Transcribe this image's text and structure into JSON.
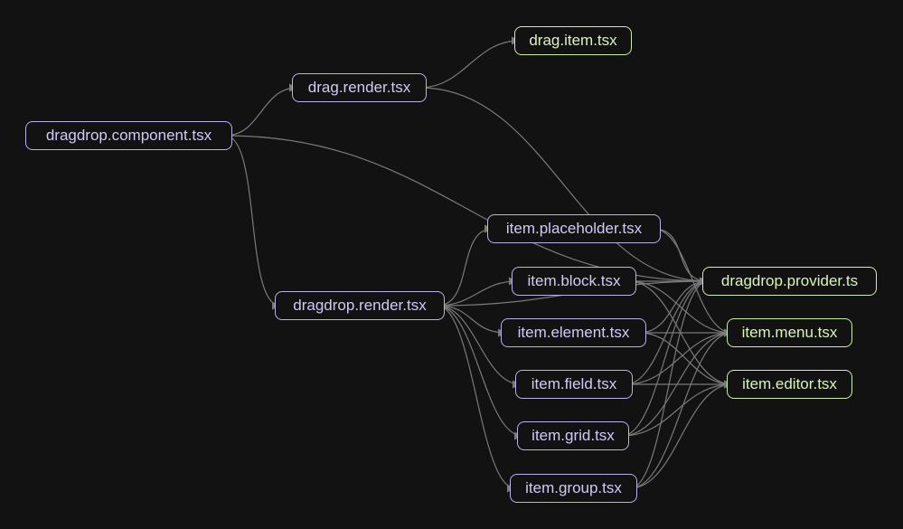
{
  "colors": {
    "background": "#121212",
    "source_border": "#b8b4e8",
    "source_text": "#cfcbf5",
    "leaf_border": "#cfeeaa",
    "leaf_text": "#d9f3bb",
    "edge": "#7a7a7a"
  },
  "nodes": {
    "dragdrop_component": "dragdrop.component.tsx",
    "drag_render": "drag.render.tsx",
    "drag_item": "drag.item.tsx",
    "dragdrop_render": "dragdrop.render.tsx",
    "item_placeholder": "item.placeholder.tsx",
    "item_block": "item.block.tsx",
    "item_element": "item.element.tsx",
    "item_field": "item.field.tsx",
    "item_grid": "item.grid.tsx",
    "item_group": "item.group.tsx",
    "dragdrop_provider": "dragdrop.provider.ts",
    "item_menu": "item.menu.tsx",
    "item_editor": "item.editor.tsx"
  },
  "edges": [
    [
      "dragdrop_component",
      "drag_render"
    ],
    [
      "dragdrop_component",
      "dragdrop_render"
    ],
    [
      "dragdrop_component",
      "dragdrop_provider"
    ],
    [
      "drag_render",
      "drag_item"
    ],
    [
      "drag_render",
      "dragdrop_provider"
    ],
    [
      "dragdrop_render",
      "dragdrop_provider"
    ],
    [
      "dragdrop_render",
      "item_placeholder"
    ],
    [
      "dragdrop_render",
      "item_block"
    ],
    [
      "dragdrop_render",
      "item_element"
    ],
    [
      "dragdrop_render",
      "item_field"
    ],
    [
      "dragdrop_render",
      "item_grid"
    ],
    [
      "dragdrop_render",
      "item_group"
    ],
    [
      "item_placeholder",
      "dragdrop_provider"
    ],
    [
      "item_placeholder",
      "item_menu"
    ],
    [
      "item_block",
      "dragdrop_provider"
    ],
    [
      "item_block",
      "item_menu"
    ],
    [
      "item_block",
      "item_editor"
    ],
    [
      "item_element",
      "dragdrop_provider"
    ],
    [
      "item_element",
      "item_menu"
    ],
    [
      "item_element",
      "item_editor"
    ],
    [
      "item_field",
      "dragdrop_provider"
    ],
    [
      "item_field",
      "item_menu"
    ],
    [
      "item_field",
      "item_editor"
    ],
    [
      "item_grid",
      "dragdrop_provider"
    ],
    [
      "item_grid",
      "item_menu"
    ],
    [
      "item_grid",
      "item_editor"
    ],
    [
      "item_group",
      "dragdrop_provider"
    ],
    [
      "item_group",
      "item_menu"
    ],
    [
      "item_group",
      "item_editor"
    ]
  ]
}
